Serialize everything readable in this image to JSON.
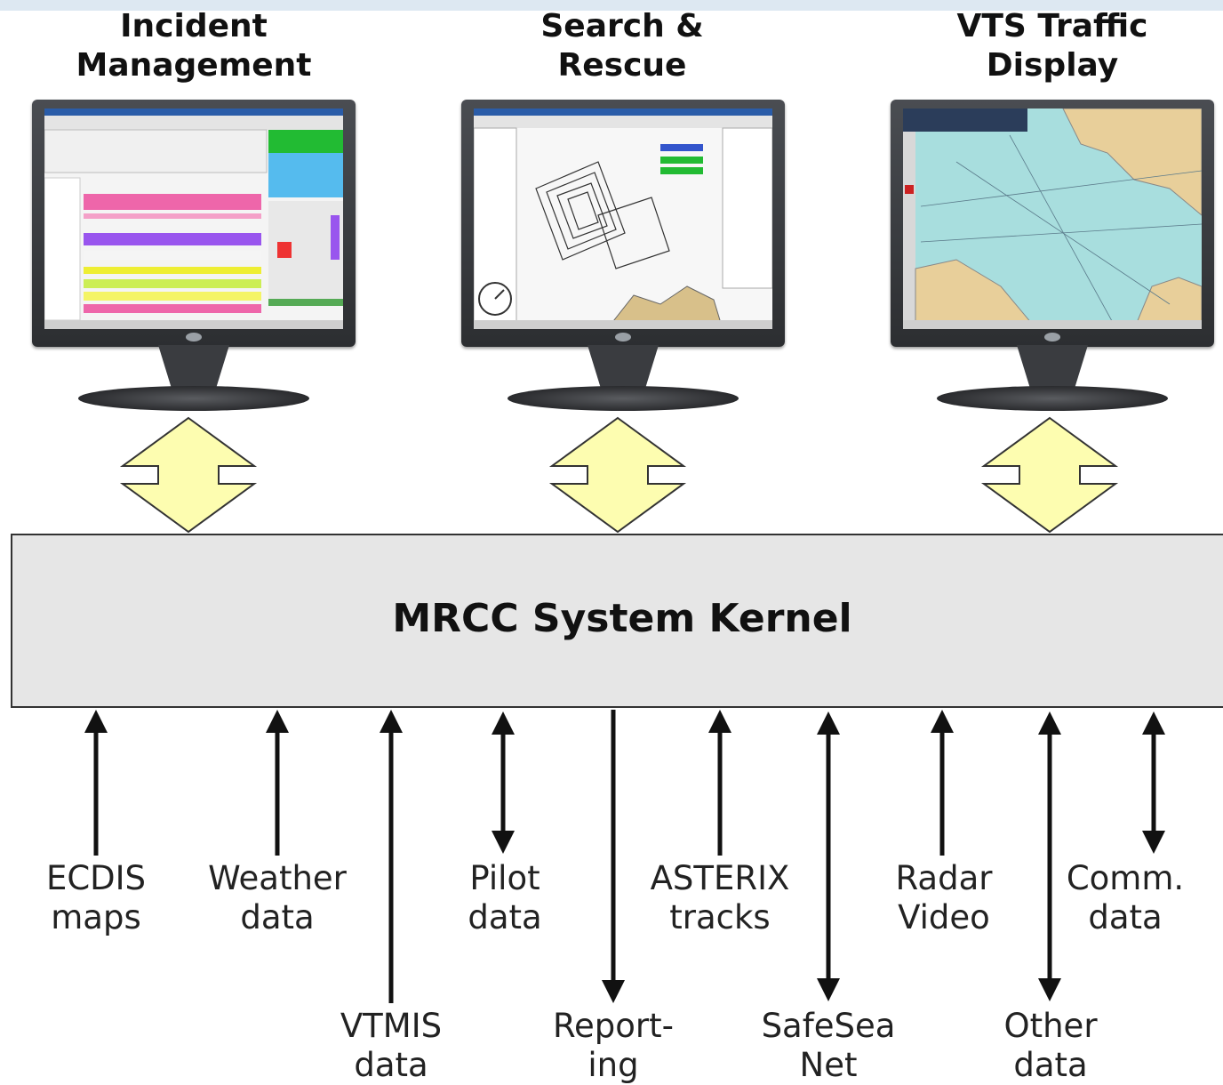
{
  "titles": {
    "incident": [
      "Incident",
      "Management"
    ],
    "sar": [
      "Search &",
      "Rescue"
    ],
    "vts": [
      "VTS Traffic",
      "Display"
    ]
  },
  "kernel": {
    "label": "MRCC System Kernel"
  },
  "sources": {
    "ecdis": [
      "ECDIS",
      "maps"
    ],
    "weather": [
      "Weather",
      "data"
    ],
    "vtmis": [
      "VTMIS",
      "data"
    ],
    "pilot": [
      "Pilot",
      "data"
    ],
    "reporting": [
      "Report-",
      "ing"
    ],
    "asterix": [
      "ASTERIX",
      "tracks"
    ],
    "safesea": [
      "SafeSea",
      "Net"
    ],
    "radar": [
      "Radar",
      "Video"
    ],
    "other": [
      "Other",
      "data"
    ],
    "comm": [
      "Comm.",
      "data"
    ]
  },
  "colors": {
    "arrow_fill": "#fdfdb0",
    "kernel_fill": "#e6e6e6",
    "sea": "#a8dede",
    "land": "#e8cf9a",
    "monitor": "#3a3c40"
  }
}
